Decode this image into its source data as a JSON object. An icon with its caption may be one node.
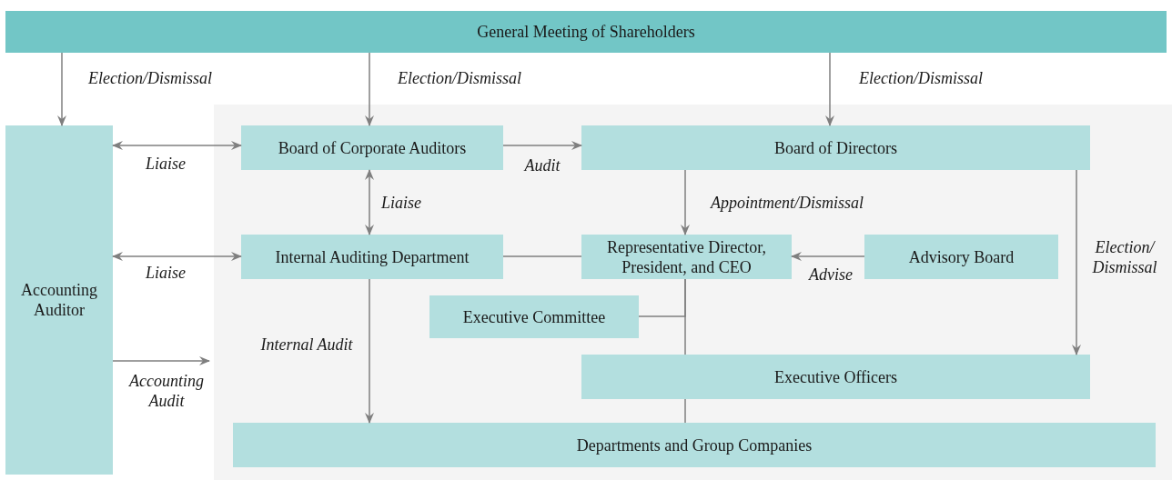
{
  "diagram": {
    "nodes": [
      {
        "text": [
          "General Meeting of Shareholders"
        ]
      },
      {
        "text": [
          "Accounting Auditor"
        ]
      },
      {
        "text": [],
        "shape": "box"
      },
      {
        "text": [
          "Board of Corporate Auditors"
        ],
        "in": 2
      },
      {
        "text": [
          "Board of Directors"
        ],
        "in": 2
      },
      {
        "text": [
          "Internal Auditing Department"
        ],
        "in": 2
      },
      {
        "text": [
          "Representative Director, President, and CEO"
        ],
        "in": 2
      },
      {
        "text": [
          "Advisory Board"
        ],
        "in": 2
      },
      {
        "text": [
          "Executive Committee"
        ],
        "in": 2
      },
      {
        "text": [
          "Executive Officers"
        ],
        "in": 2
      },
      {
        "text": [
          "Departments and Group Companies"
        ],
        "in": 2
      }
    ],
    "edges": [
      {
        "from": 0,
        "to": 1,
        "arrow": "to",
        "label": "Election/Dismissal"
      },
      {
        "from": 0,
        "to": 3,
        "arrow": "to",
        "label": "Election/Dismissal"
      },
      {
        "from": 0,
        "to": 4,
        "arrow": "to",
        "label": "Election/Dismissal"
      },
      {
        "from": 1,
        "to": 3,
        "arrow": "both",
        "label": "Liaise"
      },
      {
        "from": 1,
        "to": 5,
        "arrow": "both",
        "label": "Liaise"
      },
      {
        "from": 1,
        "to": 2,
        "arrow": "to",
        "label": "Accounting Audit"
      },
      {
        "from": 3,
        "to": 4,
        "arrow": "to",
        "label": "Audit"
      },
      {
        "from": 3,
        "to": 5,
        "arrow": "both",
        "label": "Liaise"
      },
      {
        "from": 4,
        "to": 6,
        "arrow": "to",
        "label": "Appointment/Dismissal"
      },
      {
        "from": 4,
        "to": 9,
        "arrow": "to",
        "label": "Election/ Dismissal"
      },
      {
        "from": 5,
        "to": 6,
        "arrow": "none"
      },
      {
        "from": 7,
        "to": 6,
        "arrow": "to",
        "label": "Advise"
      },
      {
        "from": 5,
        "to": 10,
        "arrow": "to",
        "label": "Internal Audit"
      },
      {
        "from": 6,
        "to": 9,
        "arrow": "none"
      },
      {
        "from": 8,
        "to": 6,
        "arrow": "none"
      },
      {
        "from": 9,
        "to": 10,
        "arrow": "none"
      }
    ]
  }
}
